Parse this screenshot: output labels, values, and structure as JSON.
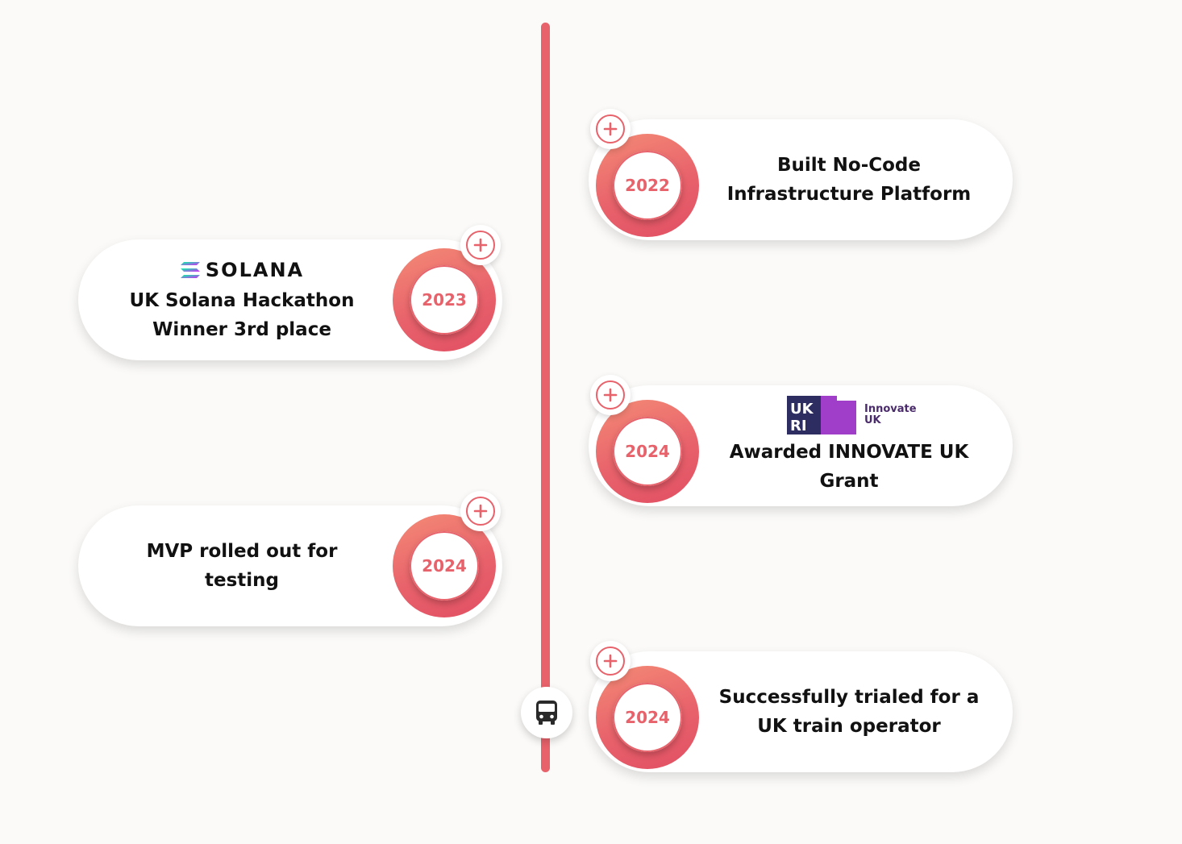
{
  "timeline": {
    "accent_color": "#e8626b",
    "end_icon": "bus-icon",
    "milestones": [
      {
        "year": "2022",
        "side": "right",
        "lines": [
          "Built No-Code",
          "Infrastructure Platform"
        ],
        "logo": null
      },
      {
        "year": "2023",
        "side": "left",
        "lines": [
          "UK Solana Hackathon",
          "Winner 3rd place"
        ],
        "logo": {
          "name": "solana-logo",
          "text": "SOLANA"
        }
      },
      {
        "year": "2024",
        "side": "right",
        "lines": [
          "Awarded INNOVATE UK",
          "Grant"
        ],
        "logo": {
          "name": "ukri-innovate-uk-logo",
          "text": "Innovate UK"
        }
      },
      {
        "year": "2024",
        "side": "left",
        "lines": [
          "MVP rolled out for",
          "testing"
        ],
        "logo": null
      },
      {
        "year": "2024",
        "side": "right",
        "lines": [
          "Successfully trialed for a",
          "UK train operator"
        ],
        "logo": null
      }
    ]
  }
}
